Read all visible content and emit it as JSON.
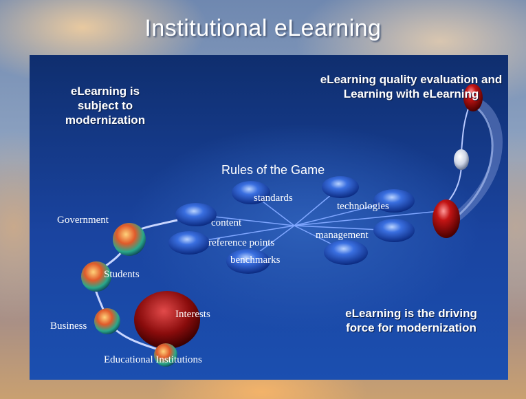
{
  "title": "Institutional eLearning",
  "top_left": "eLearning is subject to modernization",
  "top_right": "eLearning quality evaluation and Learning with eLearning",
  "bottom_right": "eLearning is the driving force for modernization",
  "center_title": "Rules of the Game",
  "spokes": {
    "standards": "standards",
    "content": "content",
    "reference_points": "reference points",
    "benchmarks": "benchmarks",
    "technologies": "technologies",
    "management": "management"
  },
  "chain": {
    "government": "Government",
    "students": "Students",
    "business": "Business",
    "interests": "Interests",
    "educational_institutions": "Educational Institutions"
  }
}
